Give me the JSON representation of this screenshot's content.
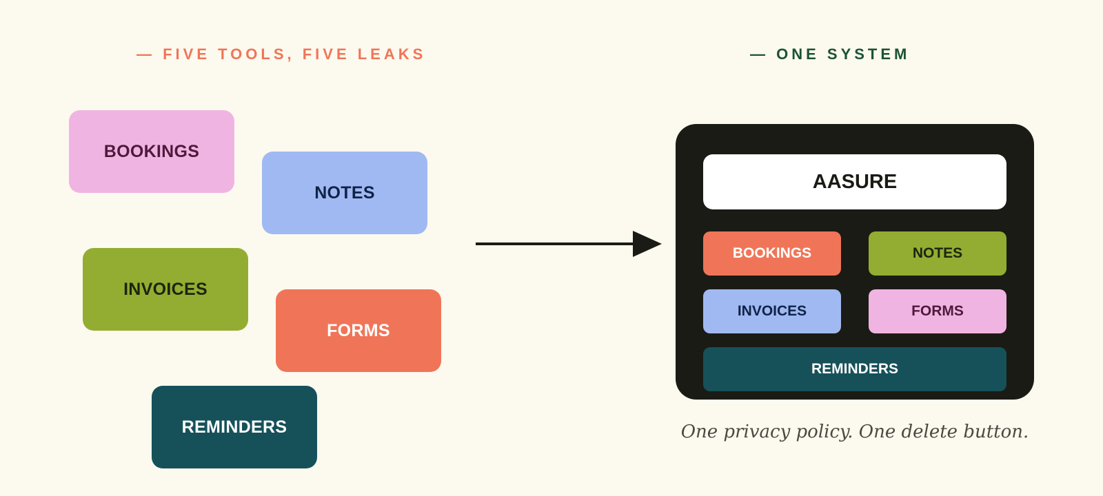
{
  "left": {
    "heading": "— FIVE TOOLS, FIVE LEAKS",
    "tools": [
      {
        "label": "BOOKINGS"
      },
      {
        "label": "NOTES"
      },
      {
        "label": "INVOICES"
      },
      {
        "label": "FORMS"
      },
      {
        "label": "REMINDERS"
      }
    ]
  },
  "right": {
    "heading": "— ONE SYSTEM",
    "system_name": "AASURE",
    "modules": [
      {
        "label": "BOOKINGS"
      },
      {
        "label": "NOTES"
      },
      {
        "label": "INVOICES"
      },
      {
        "label": "FORMS"
      },
      {
        "label": "REMINDERS"
      }
    ],
    "caption": "One privacy policy. One delete button."
  },
  "colors": {
    "background": "#fcf9ee",
    "pink": "#f0b4e2",
    "blue": "#a0b9f2",
    "green": "#92ad31",
    "coral": "#f07558",
    "teal": "#16515a",
    "panel": "#1a1b14",
    "heading_left": "#f07558",
    "heading_right": "#1c5236"
  },
  "icons": [
    "arrow-right-icon"
  ]
}
